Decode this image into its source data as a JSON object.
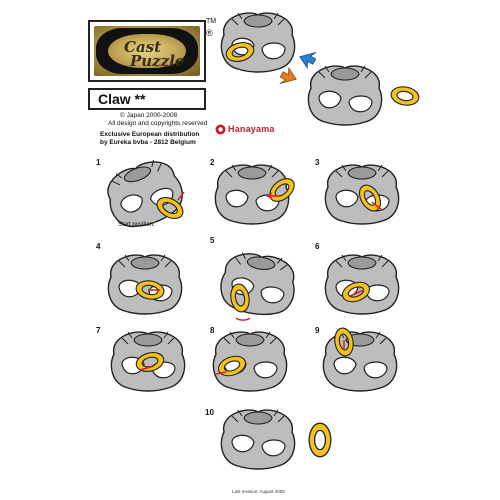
{
  "logo": {
    "line1": "Cast",
    "line2": "Puzzle",
    "tm": "TM",
    "reg": "®"
  },
  "title": "Claw **",
  "copyright": "© Japan 2000-2008",
  "rights": "All design and copyrights reserved",
  "distribution": [
    "Exclusive European distribution",
    "by Eureka bvba - 2812 Belgium"
  ],
  "brand": "Hanayama",
  "start_caption": "Start position.",
  "steps": [
    "1",
    "2",
    "3",
    "4",
    "5",
    "6",
    "7",
    "8",
    "9",
    "10"
  ],
  "footer": "Last revision: August 2008",
  "colors": {
    "ring": "#f4c21a",
    "claw": "#b8b8b8",
    "outline": "#222222",
    "arrow_red": "#d4202a",
    "arrow_blue": "#2d7fd0",
    "arrow_orange": "#e87a1a",
    "brand_red": "#c0202a"
  }
}
